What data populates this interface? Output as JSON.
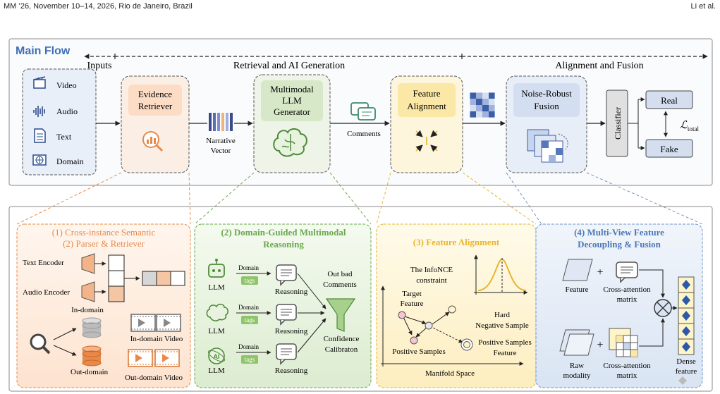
{
  "header": {
    "venue": "MM ’26, November 10–14, 2026, Rio de Janeiro, Brazil",
    "authors": "Li et al."
  },
  "main_flow": {
    "title": "Main Flow",
    "stage_inputs": "Inputs",
    "stage_retrieval": "Retrieval and AI Generation",
    "stage_alignment": "Alignment and Fusion",
    "inputs": [
      "Video",
      "Audio",
      "Text",
      "Domain"
    ],
    "evidence_retriever": [
      "Evidence",
      "Retriever"
    ],
    "narrative_vector": [
      "Narrative",
      "Vector"
    ],
    "llm_generator": [
      "Multimodal",
      "LLM",
      "Generator"
    ],
    "comments": "Comments",
    "feature_alignment": [
      "Feature",
      "Alignment"
    ],
    "fusion": [
      "Noise-Robust",
      "Fusion"
    ],
    "classifier": "Classifier",
    "real": "Real",
    "fake": "Fake",
    "loss_symbol": "ℒ",
    "loss_sub": "total"
  },
  "panel1": {
    "title_line1": "(1)  Cross-instance Semantic",
    "title_line2": "(2)  Parser & Retriever",
    "text_encoder": "Text Encoder",
    "audio_encoder": "Audio Encoder",
    "in_domain": "In-domain",
    "out_domain": "Out-domain",
    "in_domain_video": "In-domain Video",
    "out_domain_video": "Out-domain Video"
  },
  "panel2": {
    "title_line1": "(2) Domain-Guided Multimodal",
    "title_line2": "Reasoning",
    "llm": "LLM",
    "domain": "Domain",
    "tags": "tags",
    "reasoning": "Reasoning",
    "out_bad_line1": "Out bad",
    "out_bad_line2": "Comments",
    "calibrator_line1": "Confidence",
    "calibrator_line2": "Calibraton",
    "ai_chip": "AI"
  },
  "panel3": {
    "title": "(3) Feature Alignment",
    "infonce_line1": "The InfoNCE",
    "infonce_line2": "constraint",
    "target_line1": "Target",
    "target_line2": "Feature",
    "hard_line1": "Hard",
    "hard_line2": "Negative Sample",
    "positive": "Positive Samples",
    "positive_feature_line1": "Positive Samples",
    "positive_feature_line2": "Feature",
    "manifold": "Manifold Space"
  },
  "panel4": {
    "title_line1": "(4) Multi-View Feature",
    "title_line2": "Decoupling & Fusion",
    "feature": "Feature",
    "cross_attention_line1": "Cross-attention",
    "cross_attention_line2": "matrix",
    "raw_line1": "Raw",
    "raw_line2": "modality",
    "dense_line1": "Dense",
    "dense_line2": "feature",
    "plus": "+"
  },
  "colors": {
    "main_flow_title": "#3f6fb5",
    "orange": "#e8894a",
    "green": "#6aa84f",
    "gold": "#e8b530",
    "blue": "#6f95c9",
    "navy": "#2a4a8a"
  }
}
